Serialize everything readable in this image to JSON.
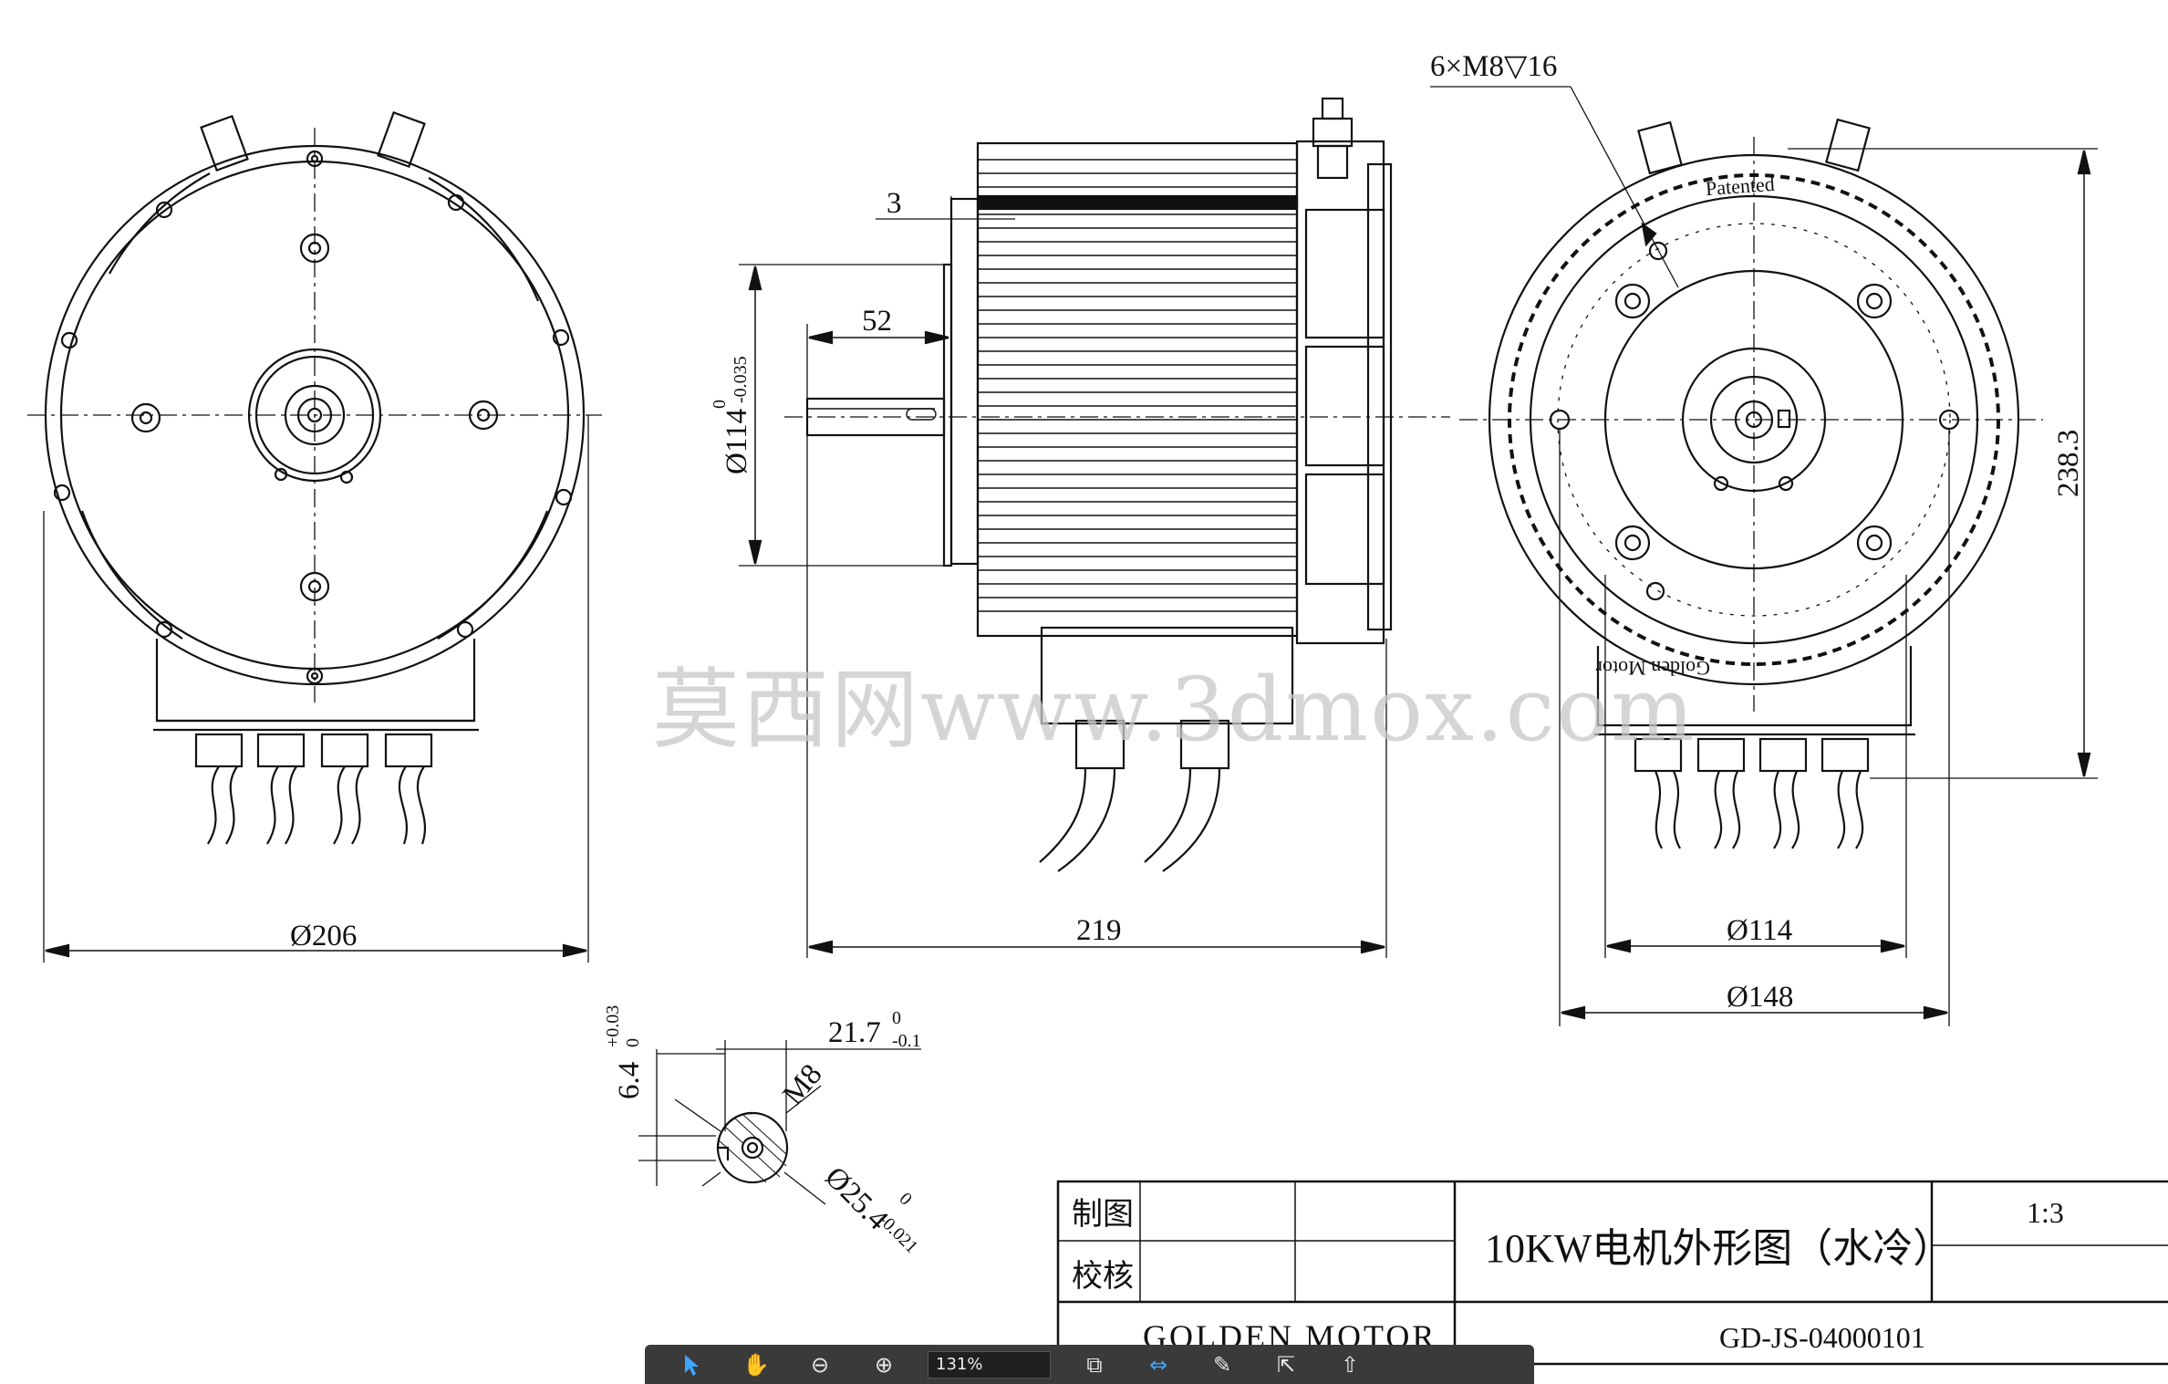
{
  "drawing": {
    "thread_note": "6×M8▽16",
    "patented": "Patented",
    "golden_motor_ring": "Golden Motor",
    "dims": {
      "d206": "Ø206",
      "len219": "219",
      "d114": "Ø114",
      "d148": "Ø148",
      "h238": "238.3",
      "d3": "3",
      "d52": "52",
      "shaft_main": "Ø114",
      "shaft_tol_upper": "0",
      "shaft_tol_lower": "-0.035",
      "key_depth": "6.4",
      "key_tol_upper": "+0.03",
      "key_tol_lower": "0",
      "key_217": "21.7",
      "key_217_tol_upper": "0",
      "key_217_tol_lower": "-0.1",
      "m8": "M8",
      "d254": "Ø25.4",
      "d254_tol_upper": "0",
      "d254_tol_lower": "-0.021"
    }
  },
  "watermark": "莫西网www.3dmox.com",
  "title_block": {
    "drawn_label": "制图",
    "checked_label": "校核",
    "title": "10KW电机外形图（水冷）",
    "scale": "1:3",
    "company": "GOLDEN MOTOR",
    "drawing_no": "GD-JS-04000101"
  },
  "toolbar": {
    "zoom_value": "131%",
    "icons": [
      "pointer-icon",
      "hand-icon",
      "zoom-out-icon",
      "zoom-in-icon",
      "copy-icon",
      "fit-width-icon",
      "annotate-icon",
      "export-icon",
      "upload-icon"
    ]
  }
}
